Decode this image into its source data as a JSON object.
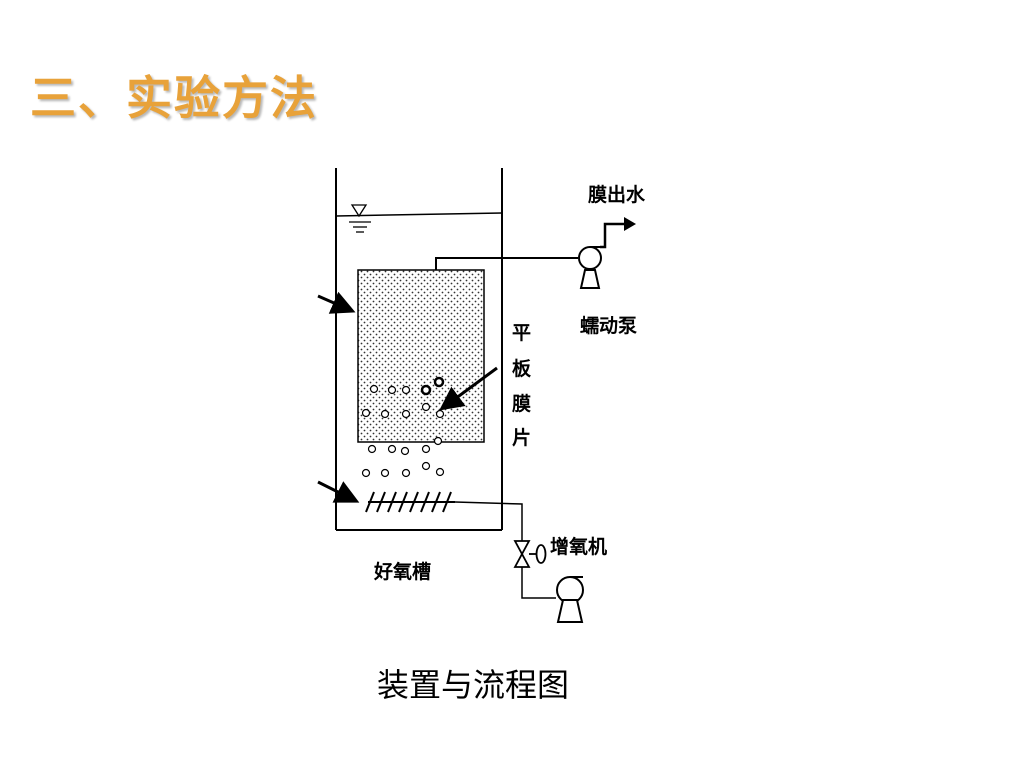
{
  "slide": {
    "title": "三、实验方法"
  },
  "diagram": {
    "labels": {
      "effluent": "膜出水",
      "pump": "蠕动泵",
      "membrane_vertical": [
        "平",
        "板",
        "膜",
        "片"
      ],
      "aerator": "增氧机",
      "tank": "好氧槽"
    },
    "caption": "装置与流程图"
  }
}
